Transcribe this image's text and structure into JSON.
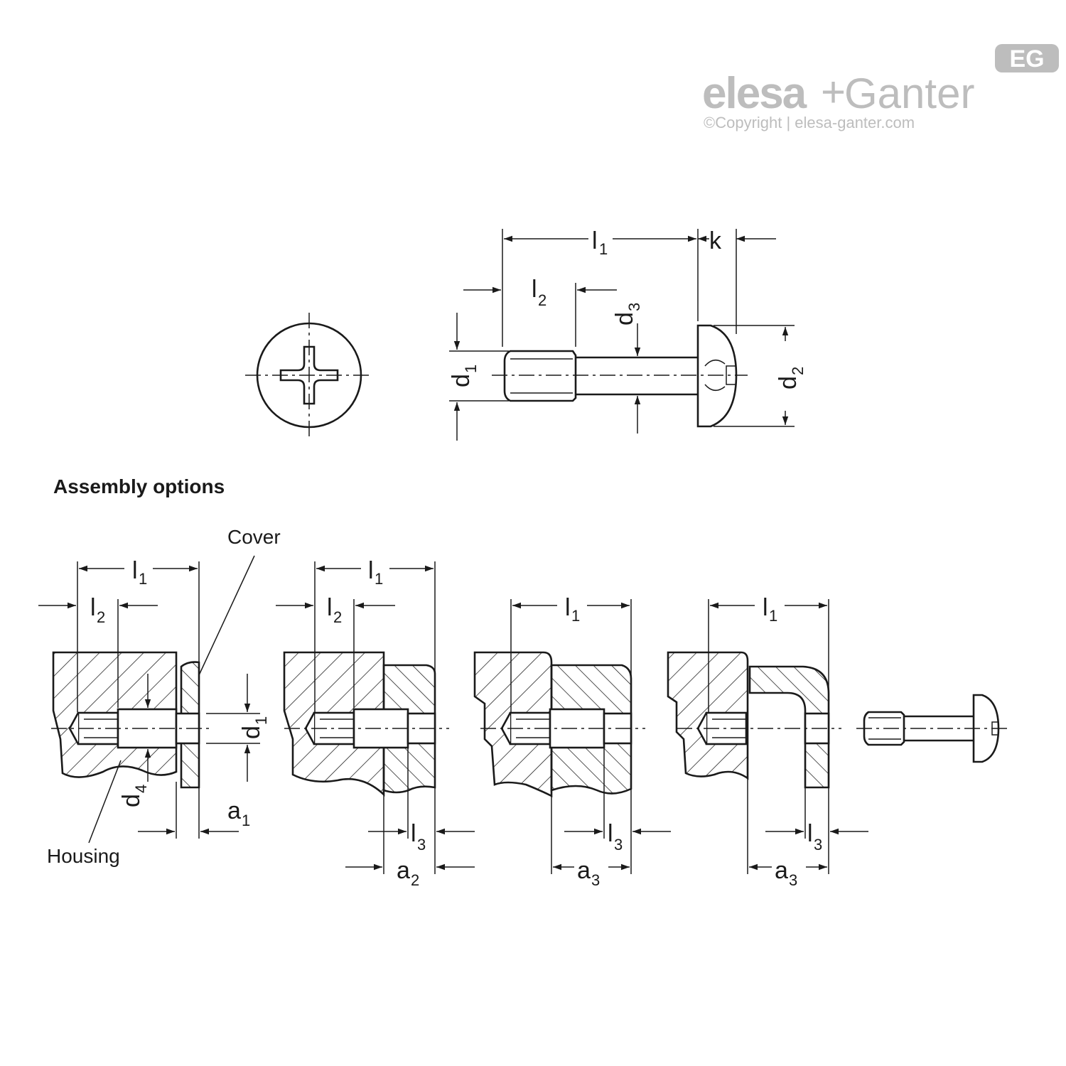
{
  "logo": {
    "badge": "EG",
    "brand_left": "elesa",
    "brand_plus": "+",
    "brand_right": "Ganter",
    "copyright": "©Copyright | elesa-ganter.com"
  },
  "section": {
    "heading": "Assembly options"
  },
  "labels": {
    "l": "l",
    "k": "k",
    "d": "d",
    "a": "a",
    "s1": "1",
    "s2": "2",
    "s3": "3",
    "s4": "4",
    "cover": "Cover",
    "housing": "Housing"
  }
}
